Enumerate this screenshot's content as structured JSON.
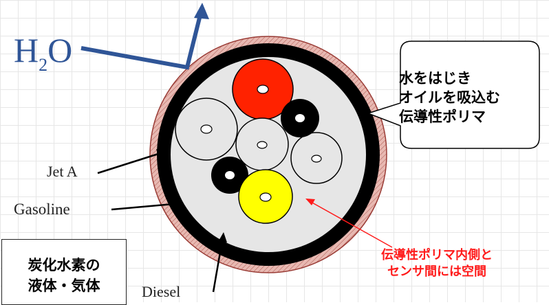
{
  "molecule": {
    "symbol": "H",
    "subscript": "2",
    "suffix": "O"
  },
  "fuel_labels": {
    "jet_a": "Jet A",
    "gasoline": "Gasoline",
    "diesel": "Diesel"
  },
  "callout": {
    "lines": [
      "水をはじき",
      "オイルを吸込む",
      "伝導性ポリマ"
    ]
  },
  "gap_note": {
    "lines": [
      "伝導性ポリマ内側と",
      "センサ間には空間"
    ]
  },
  "hydrocarbon_box": {
    "lines": [
      "炭化水素の",
      "液体・気体"
    ]
  },
  "colors": {
    "arrow_blue": "#2f5597",
    "jacket_pink": "#e8b9b2",
    "polymer_black": "#000000",
    "interior_gray": "#e6e6e6",
    "red_sensor": "#ff2200",
    "yellow_sensor": "#ffff00",
    "note_red": "#ff1a1a"
  }
}
